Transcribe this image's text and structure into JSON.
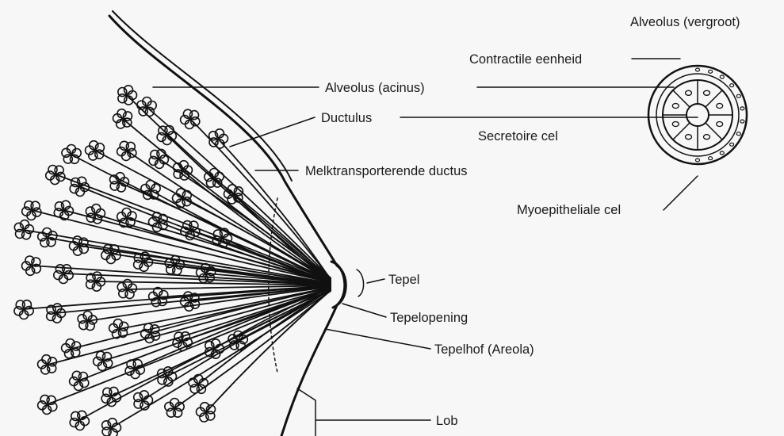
{
  "labels": {
    "alveolus_enlarged": "Alveolus (vergroot)",
    "contractile_unit": "Contractile eenheid",
    "alveolus_acinus": "Alveolus (acinus)",
    "ductulus": "Ductulus",
    "secretory_cell": "Secretoire cel",
    "milk_duct": "Melktransporterende ductus",
    "myoepithelial_cell": "Myoepitheliale cel",
    "nipple": "Tepel",
    "nipple_opening": "Tepelopening",
    "areola": "Tepelhof (Areola)",
    "lobe": "Lob"
  },
  "colors": {
    "ink": "#111111",
    "background": "#f7f7f7",
    "text": "#1a1a1a"
  }
}
